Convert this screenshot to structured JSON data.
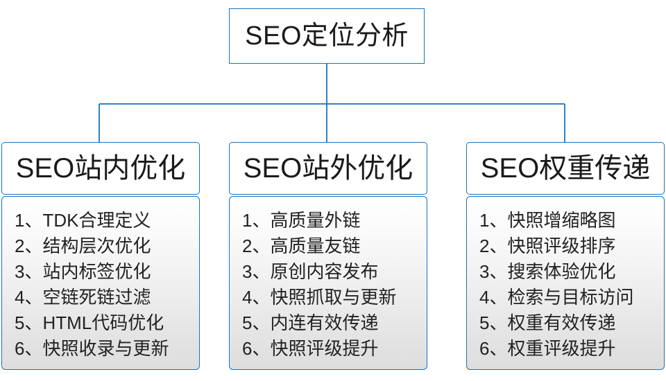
{
  "diagram": {
    "root": {
      "label": "SEO定位分析"
    },
    "columns": [
      {
        "header": "SEO站内优化",
        "items": [
          {
            "index": "1、",
            "text": "TDK合理定义"
          },
          {
            "index": "2、",
            "text": "结构层次优化"
          },
          {
            "index": "3、",
            "text": "站内标签优化"
          },
          {
            "index": "4、",
            "text": "空链死链过滤"
          },
          {
            "index": "5、",
            "text": "HTML代码优化"
          },
          {
            "index": "6、",
            "text": "快照收录与更新"
          }
        ]
      },
      {
        "header": "SEO站外优化",
        "items": [
          {
            "index": "1、",
            "text": "高质量外链"
          },
          {
            "index": "2、",
            "text": "高质量友链"
          },
          {
            "index": "3、",
            "text": "原创内容发布"
          },
          {
            "index": "4、",
            "text": "快照抓取与更新"
          },
          {
            "index": "5、",
            "text": "内连有效传递"
          },
          {
            "index": "6、",
            "text": "快照评级提升"
          }
        ]
      },
      {
        "header": "SEO权重传递",
        "items": [
          {
            "index": "1、",
            "text": "快照增缩略图"
          },
          {
            "index": "2、",
            "text": "快照评级排序"
          },
          {
            "index": "3、",
            "text": "搜索体验优化"
          },
          {
            "index": "4、",
            "text": "检索与目标访问"
          },
          {
            "index": "5、",
            "text": "权重有效传递"
          },
          {
            "index": "6、",
            "text": "权重评级提升"
          }
        ]
      }
    ],
    "colors": {
      "border": "#1673c0",
      "text": "#1a1a1a",
      "header_background": "#ffffff",
      "list_gradient_top": "#ffffff",
      "list_gradient_bottom": "#dedede"
    }
  }
}
